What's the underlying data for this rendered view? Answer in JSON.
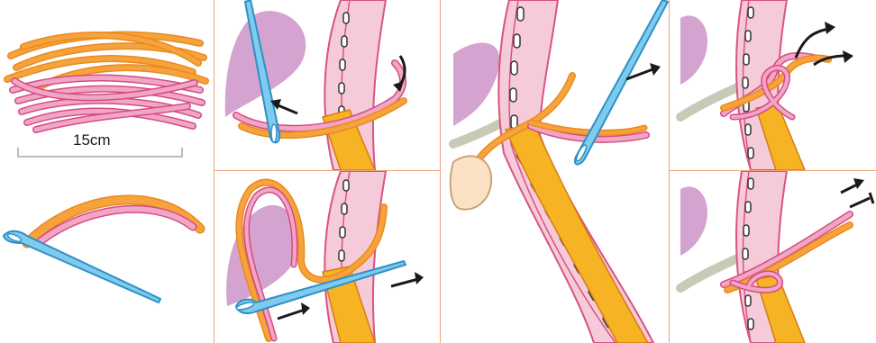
{
  "scale": {
    "label": "15cm"
  },
  "colors": {
    "orange_thread": "#f7a33d",
    "pink_thread": "#f2a6c6",
    "pink_thread_edge": "#d44c85",
    "needle": "#7fcbee",
    "needle_edge": "#2e90c6",
    "fabric_pink": "#f6cbd9",
    "fabric_edge": "#d9547f",
    "tape": "#f6b324",
    "purple_shape": "#d4a3cf",
    "grey_strand": "#c9c9b8",
    "panel_divider": "#f0a47a",
    "arrow": "#1a1a1a"
  },
  "panels": [
    {
      "id": "thread-bundle"
    },
    {
      "id": "thread-needle"
    },
    {
      "id": "step-1"
    },
    {
      "id": "step-2"
    },
    {
      "id": "step-3"
    },
    {
      "id": "step-4"
    },
    {
      "id": "step-5"
    }
  ]
}
